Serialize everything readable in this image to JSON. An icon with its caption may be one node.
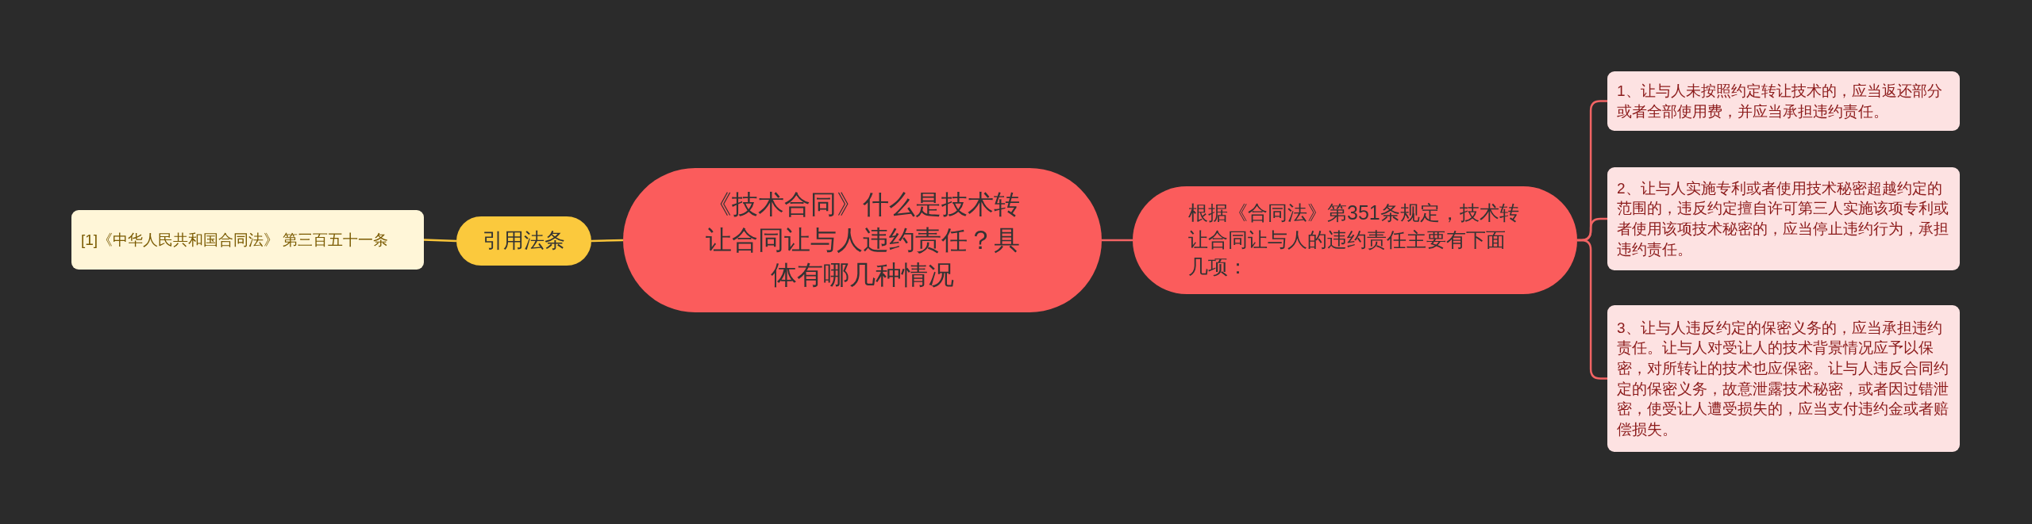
{
  "diagram": {
    "nodes": [
      {
        "text": [
          "《技术合同》什么是技术转让合同让与人违约责任？具体有哪几种情况"
        ]
      },
      {
        "text": [
          "引用法条"
        ]
      },
      {
        "text": [
          "[1]《中华人民共和国合同法》 第三百五十一条"
        ]
      },
      {
        "text": [
          "根据《合同法》第351条规定，技术转让合同让与人的违约责任主要有下面几项："
        ]
      },
      {
        "text": [
          "1、让与人未按照约定转让技术的，应当返还部分或者全部使用费，并应当承担违约责任。"
        ]
      },
      {
        "text": [
          "2、让与人实施专利或者使用技术秘密超越约定的范围的，违反约定擅自许可第三人实施该项专利或者使用该项技术秘密的，应当停止违约行为，承担违约责任。"
        ]
      },
      {
        "text": [
          "3、让与人违反约定的保密义务的，应当承担违约责任。让与人对受让人的技术背景情况应予以保密，对所转让的技术也应保密。让与人违反合同约定的保密义务，故意泄露技术秘密，或者因过错泄密，使受让人遭受损失的，应当支付违约金或者赔偿损失。"
        ]
      }
    ],
    "edges": [
      {
        "from": 0,
        "to": 1,
        "arrow": "none",
        "color": "#f9c53a"
      },
      {
        "from": 1,
        "to": 2,
        "arrow": "none",
        "color": "#f9c53a"
      },
      {
        "from": 0,
        "to": 3,
        "arrow": "none"
      },
      {
        "from": 3,
        "to": 4,
        "arrow": "none"
      },
      {
        "from": 3,
        "to": 5,
        "arrow": "none"
      },
      {
        "from": 3,
        "to": 6,
        "arrow": "none"
      }
    ]
  }
}
